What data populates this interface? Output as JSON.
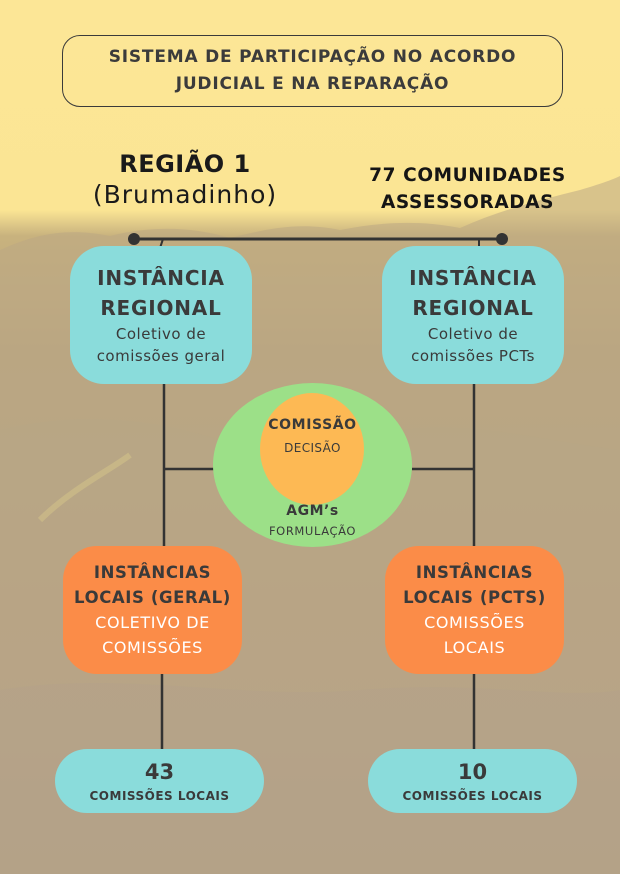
{
  "title": {
    "line1": "SISTEMA DE PARTICIPAÇÃO NO ACORDO",
    "line2": "JUDICIAL E NA REPARAÇÃO"
  },
  "region": {
    "name": "REGIÃO 1",
    "subtitle": "(Brumadinho)"
  },
  "communities": {
    "line1": "77 COMUNIDADES",
    "line2": "ASSESSORADAS"
  },
  "regional_left": {
    "title_line1": "INSTÂNCIA",
    "title_line2": "REGIONAL",
    "sub_line1": "Coletivo de",
    "sub_line2": "comissões geral"
  },
  "regional_right": {
    "title_line1": "INSTÂNCIA",
    "title_line2": "REGIONAL",
    "sub_line1": "Coletivo de",
    "sub_line2": "comissões PCTs"
  },
  "center": {
    "inner_title": "COMISSÃO",
    "inner_sub": "DECISÃO",
    "outer_title": "AGM’s",
    "outer_sub": "FORMULAÇÃO"
  },
  "local_left": {
    "title_line1": "INSTÂNCIAS",
    "title_line2": "LOCAIS (GERAL)",
    "sub_line1": "COLETIVO DE",
    "sub_line2": "COMISSÕES"
  },
  "local_right": {
    "title_line1": "INSTÂNCIAS",
    "title_line2": "LOCAIS (PCTS)",
    "sub_line1": "COMISSÕES",
    "sub_line2": "LOCAIS"
  },
  "count_left": {
    "number": "43",
    "label": "COMISSÕES LOCAIS"
  },
  "count_right": {
    "number": "10",
    "label": "COMISSÕES LOCAIS"
  },
  "colors": {
    "background_top": "#fce696",
    "teal": "#8adcdb",
    "orange": "#fb8c48",
    "green": "#9ce088",
    "light_orange": "#fdb954",
    "text_dark": "#3a3a3a",
    "line": "#333333"
  }
}
